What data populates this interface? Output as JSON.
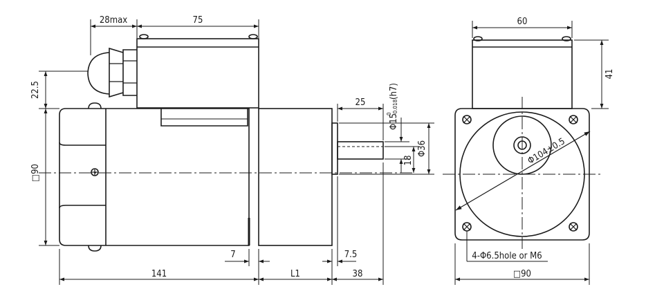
{
  "dimensions": {
    "box_depth_max": "28max",
    "box_length": "75",
    "box_width": "60",
    "box_height": "41",
    "box_offset": "22.5",
    "body_square_side": "□90",
    "front_square_side": "□90",
    "shaft_length": "25",
    "shaft_diameter_main": "Φ15",
    "shaft_diameter_tol_upper": "0",
    "shaft_diameter_tol_lower": "-0.018",
    "shaft_diameter_fit": "(h7)",
    "pilot_diameter": "Φ36",
    "shaft_flat": "18",
    "body_length": "141",
    "gear_length": "L1",
    "shaft_projection": "38",
    "flange_thickness": "7",
    "pilot_depth": "7.5",
    "pcd": "Φ104±0.5",
    "mounting_holes": "4-Φ6.5hole or M6"
  },
  "colors": {
    "line": "#1a1a1a",
    "fill": "#ffffff"
  }
}
